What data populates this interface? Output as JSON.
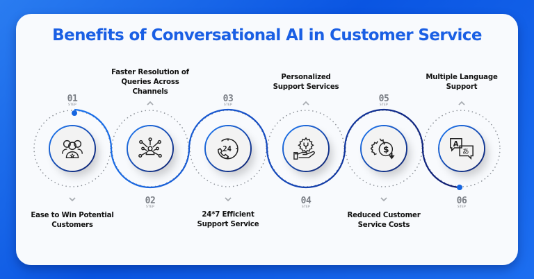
{
  "title": "Benefits of Conversational AI in Customer Service",
  "colors": {
    "background": "#0a55e2",
    "card": "#f8fafd",
    "title": "#1a5fe4",
    "path_start": "#1a73ee",
    "path_end": "#0d1a6e",
    "step_number": "#7b7f86",
    "label": "#111111"
  },
  "steps": [
    {
      "number": "01",
      "step_label": "STEP",
      "label": "Ease to Win Potential Customers",
      "label_position": "bottom",
      "icon": "people-group-icon"
    },
    {
      "number": "02",
      "step_label": "STEP",
      "label": "Faster Resolution of Queries Across Channels",
      "label_position": "top",
      "icon": "network-person-icon"
    },
    {
      "number": "03",
      "step_label": "STEP",
      "label": "24*7 Efficient Support Service",
      "label_position": "bottom",
      "icon": "phone-24-clock-icon"
    },
    {
      "number": "04",
      "step_label": "STEP",
      "label": "Personalized Support Services",
      "label_position": "top",
      "icon": "hand-gear-wrench-icon"
    },
    {
      "number": "05",
      "step_label": "STEP",
      "label": "Reduced Customer Service Costs",
      "label_position": "bottom",
      "icon": "gear-dollar-down-icon"
    },
    {
      "number": "06",
      "step_label": "STEP",
      "label": "Multiple Language Support",
      "label_position": "top",
      "icon": "translate-chat-icon"
    }
  ]
}
